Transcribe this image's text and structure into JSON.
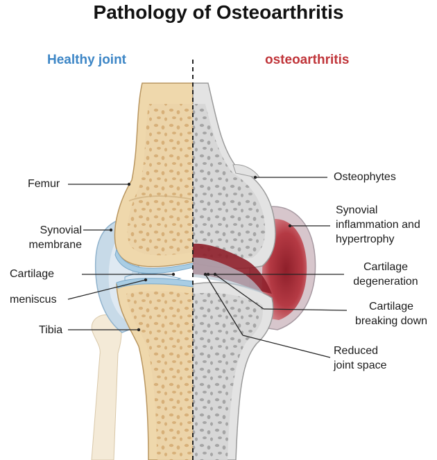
{
  "title": "Pathology of Osteoarthritis",
  "sides": {
    "healthy": "Healthy joint",
    "osteoarthritis": "osteoarthritis"
  },
  "labels_left": {
    "femur": "Femur",
    "synovial_membrane_1": "Synovial",
    "synovial_membrane_2": "membrane",
    "cartilage": "Cartilage",
    "meniscus": "meniscus",
    "tibia": "Tibia"
  },
  "labels_right": {
    "osteophytes": "Osteophytes",
    "synovial_inflammation_1": "Synovial",
    "synovial_inflammation_2": "inflammation and",
    "synovial_inflammation_3": "hypertrophy",
    "cartilage_degeneration_1": "Cartilage",
    "cartilage_degeneration_2": "degeneration",
    "cartilage_breaking_1": "Cartilage",
    "cartilage_breaking_2": "breaking down",
    "reduced_space_1": "Reduced",
    "reduced_space_2": "joint space"
  },
  "colors": {
    "healthy_title": "#3d86c6",
    "oa_title": "#c0353a",
    "healthy_bone": "#f1ddb6",
    "healthy_marrow": "#e2bf8d",
    "oa_bone": "#e3e3e3",
    "oa_marrow": "#b9b9b9",
    "synovium_healthy": "#c9dbe9",
    "inflammation": "#b73b44",
    "cartilage": "#a9cde4"
  }
}
